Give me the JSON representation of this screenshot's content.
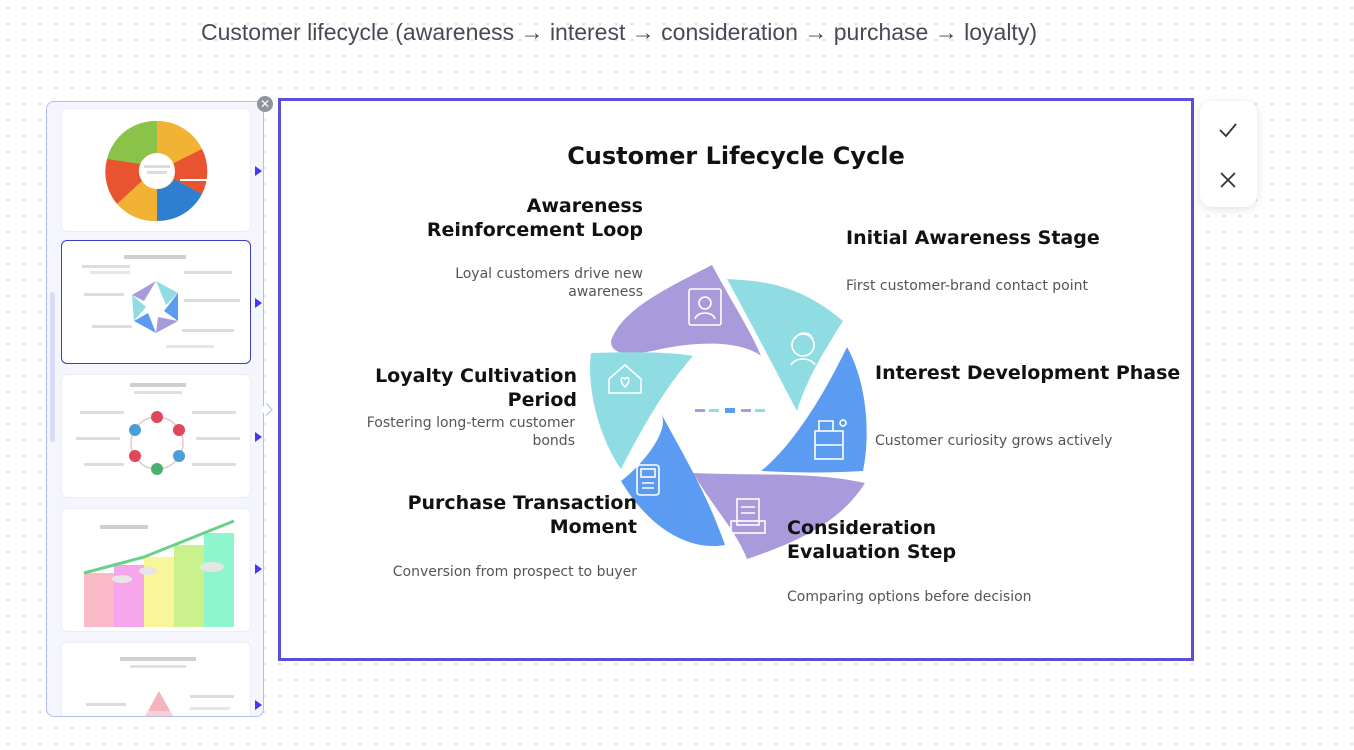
{
  "prompt": {
    "text": "Customer lifecycle (awareness → interest → consideration → purchase → loyalty)"
  },
  "thumbnail_panel": {
    "selected_index": 1,
    "thumbnails": [
      {
        "name": "Colorful swirl cycle"
      },
      {
        "name": "Customer lifecycle cycle"
      },
      {
        "name": "Circular node cycle"
      },
      {
        "name": "Staircase growth chart"
      },
      {
        "name": "Pyramid layout"
      }
    ]
  },
  "diagram": {
    "title": "Customer Lifecycle Cycle",
    "colors": {
      "purple": "#a99bdb",
      "teal": "#8fdde2",
      "blue": "#5b9cf2"
    },
    "stages": [
      {
        "title": "Initial Awareness Stage",
        "description": "First customer-brand contact point",
        "icon": "person-face-icon"
      },
      {
        "title": "Interest Development Phase",
        "description": "Customer curiosity grows actively",
        "icon": "lab-flask-icon"
      },
      {
        "title": "Consideration Evaluation Step",
        "description": "Comparing options before decision",
        "icon": "clipboard-cart-icon"
      },
      {
        "title": "Purchase Transaction Moment",
        "description": "Conversion from prospect to buyer",
        "icon": "pos-terminal-icon"
      },
      {
        "title": "Loyalty Cultivation Period",
        "description": "Fostering long-term customer bonds",
        "icon": "home-heart-icon"
      },
      {
        "title": "Awareness Reinforcement Loop",
        "description": "Loyal customers drive new awareness",
        "icon": "id-card-icon"
      }
    ]
  },
  "actions": {
    "confirm_icon": "check-icon",
    "cancel_icon": "close-icon"
  }
}
